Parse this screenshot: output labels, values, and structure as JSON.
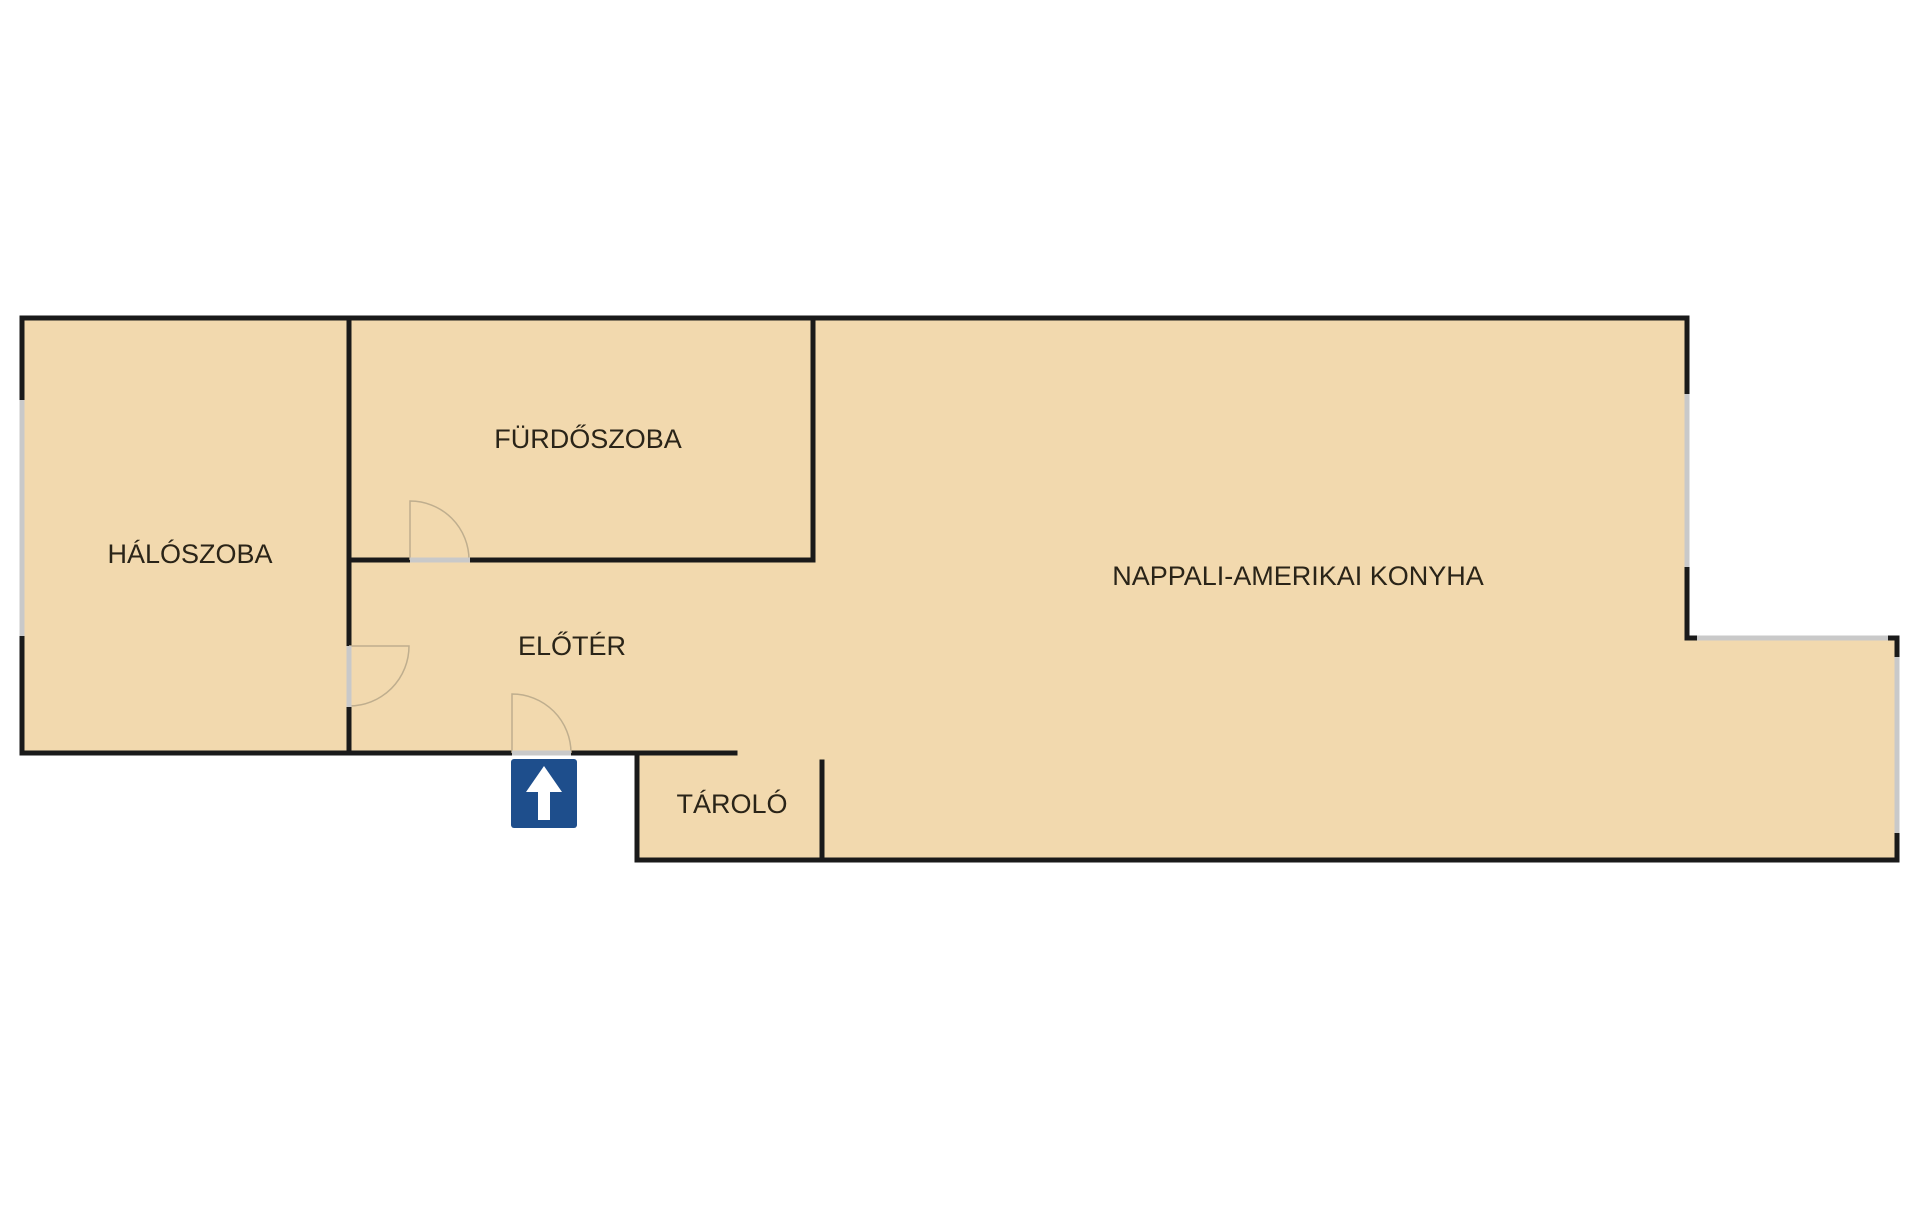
{
  "floorplan": {
    "rooms": [
      {
        "id": "haloszoba",
        "label": "HÁLÓSZOBA"
      },
      {
        "id": "furdoszoba",
        "label": "FÜRDŐSZOBA"
      },
      {
        "id": "eloter",
        "label": "ELŐTÉR"
      },
      {
        "id": "nappali",
        "label": "NAPPALI-AMERIKAI KONYHA"
      },
      {
        "id": "tarolo",
        "label": "TÁROLÓ"
      }
    ],
    "entrance_icon": "arrow-up-icon",
    "colors": {
      "floor": "#f2d9ae",
      "wall": "#1a1a1a",
      "window": "#c9c9c9",
      "entrance": "#1e4e8c"
    }
  }
}
